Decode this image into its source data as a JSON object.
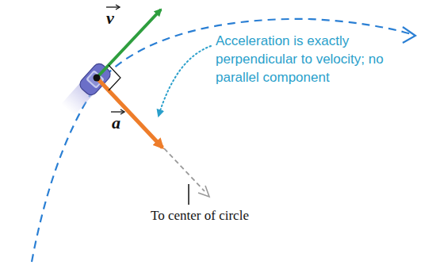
{
  "diagram": {
    "labels": [
      "v",
      "a",
      "Acceleration is exactly perpendicular to velocity; no parallel component",
      "To center of circle"
    ]
  }
}
